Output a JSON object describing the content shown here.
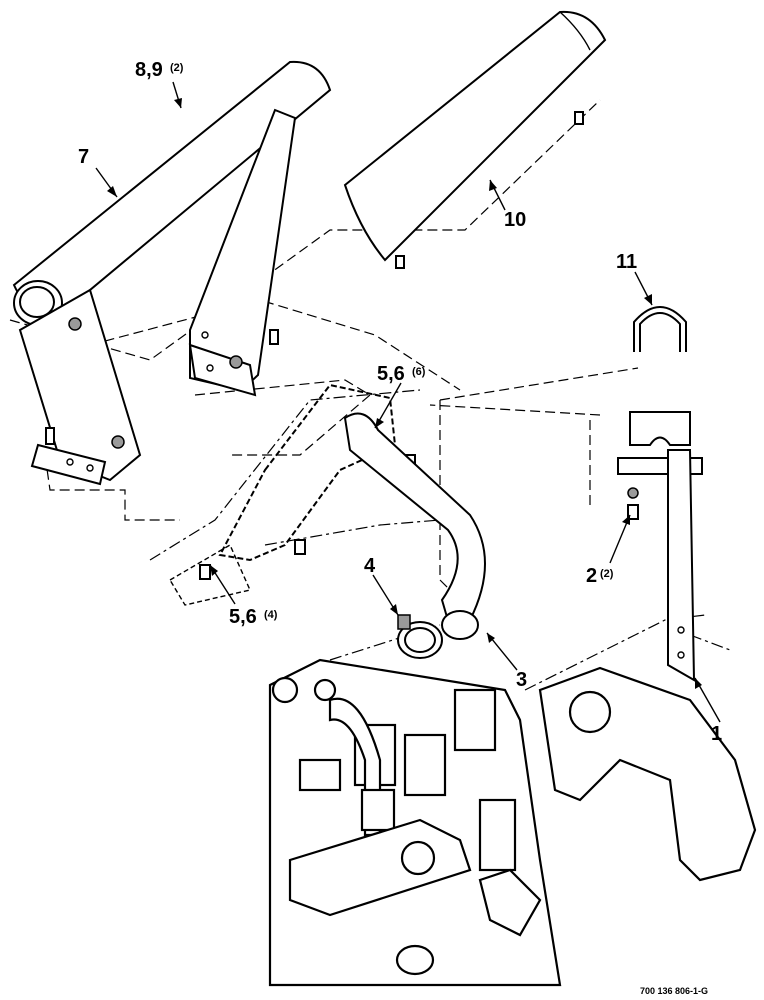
{
  "callouts": [
    {
      "id": "c7",
      "label": "7",
      "qty": ""
    },
    {
      "id": "c89",
      "label": "8,9",
      "qty": "(2)"
    },
    {
      "id": "c10",
      "label": "10",
      "qty": ""
    },
    {
      "id": "c11",
      "label": "11",
      "qty": ""
    },
    {
      "id": "c56a",
      "label": "5,6",
      "qty": "(6)"
    },
    {
      "id": "c56b",
      "label": "5,6",
      "qty": "(4)"
    },
    {
      "id": "c2",
      "label": "2",
      "qty": "(2)"
    },
    {
      "id": "c4",
      "label": "4",
      "qty": ""
    },
    {
      "id": "c3",
      "label": "3",
      "qty": ""
    },
    {
      "id": "c1",
      "label": "1",
      "qty": ""
    }
  ],
  "figure_id": "700 136 806-1-G"
}
